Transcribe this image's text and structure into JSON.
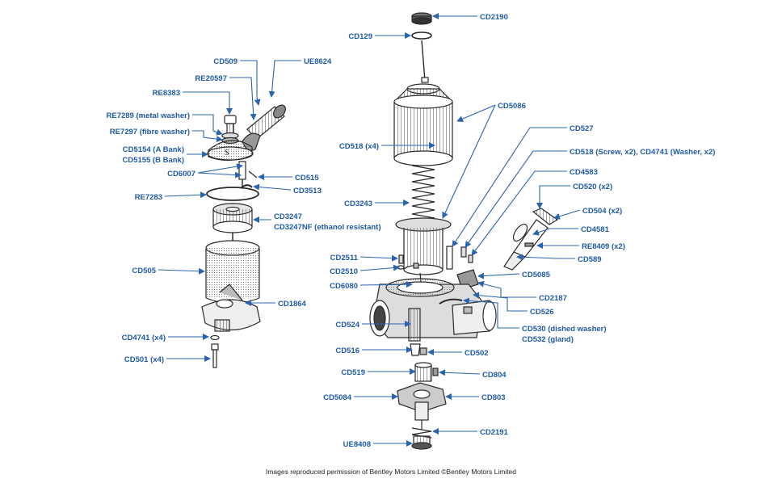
{
  "colors": {
    "label": "#1f5aa6",
    "line": "#2a63b0",
    "part": "#2a2a2a",
    "shade": "#9a9a9a",
    "light": "#e6e6e6"
  },
  "labels": {
    "cd2190": "CD2190",
    "cd129": "CD129",
    "cd509": "CD509",
    "ue8624": "UE8624",
    "re20597": "RE20597",
    "re8383": "RE8383",
    "re7289": "RE7289 (metal washer)",
    "re7297": "RE7297 (fibre washer)",
    "cd5154": "CD5154 (A Bank)",
    "cd5155": "CD5155 (B Bank)",
    "cd6007": "CD6007",
    "cd515": "CD515",
    "cd3513": "CD3513",
    "re7283": "RE7283",
    "cd3247": "CD3247",
    "cd3247nf": "CD3247NF (ethanol resistant)",
    "cd505": "CD505",
    "cd1864": "CD1864",
    "cd4741_x4": "CD4741 (x4)",
    "cd501_x4": "CD501 (x4)",
    "cd5086": "CD5086",
    "cd518_x4": "CD518 (x4)",
    "cd527": "CD527",
    "cd518_screw": "CD518 (Screw, x2), CD4741 (Washer, x2)",
    "cd4583": "CD4583",
    "cd520_x2": "CD520 (x2)",
    "cd3243": "CD3243",
    "cd504_x2": "CD504 (x2)",
    "cd4581": "CD4581",
    "re8409_x2": "RE8409 (x2)",
    "cd589": "CD589",
    "cd2511": "CD2511",
    "cd2510": "CD2510",
    "cd5085": "CD5085",
    "cd6080": "CD6080",
    "cd2187": "CD2187",
    "cd526": "CD526",
    "cd524": "CD524",
    "cd530": "CD530 (dished washer)",
    "cd532": "CD532 (gland)",
    "cd516": "CD516",
    "cd502": "CD502",
    "cd519": "CD519",
    "cd804": "CD804",
    "cd5084": "CD5084",
    "cd803": "CD803",
    "cd2191": "CD2191",
    "ue8408": "UE8408"
  },
  "caption": "Images reproduced permission of Bentley Motors Limited ©Bentley Motors Limited"
}
